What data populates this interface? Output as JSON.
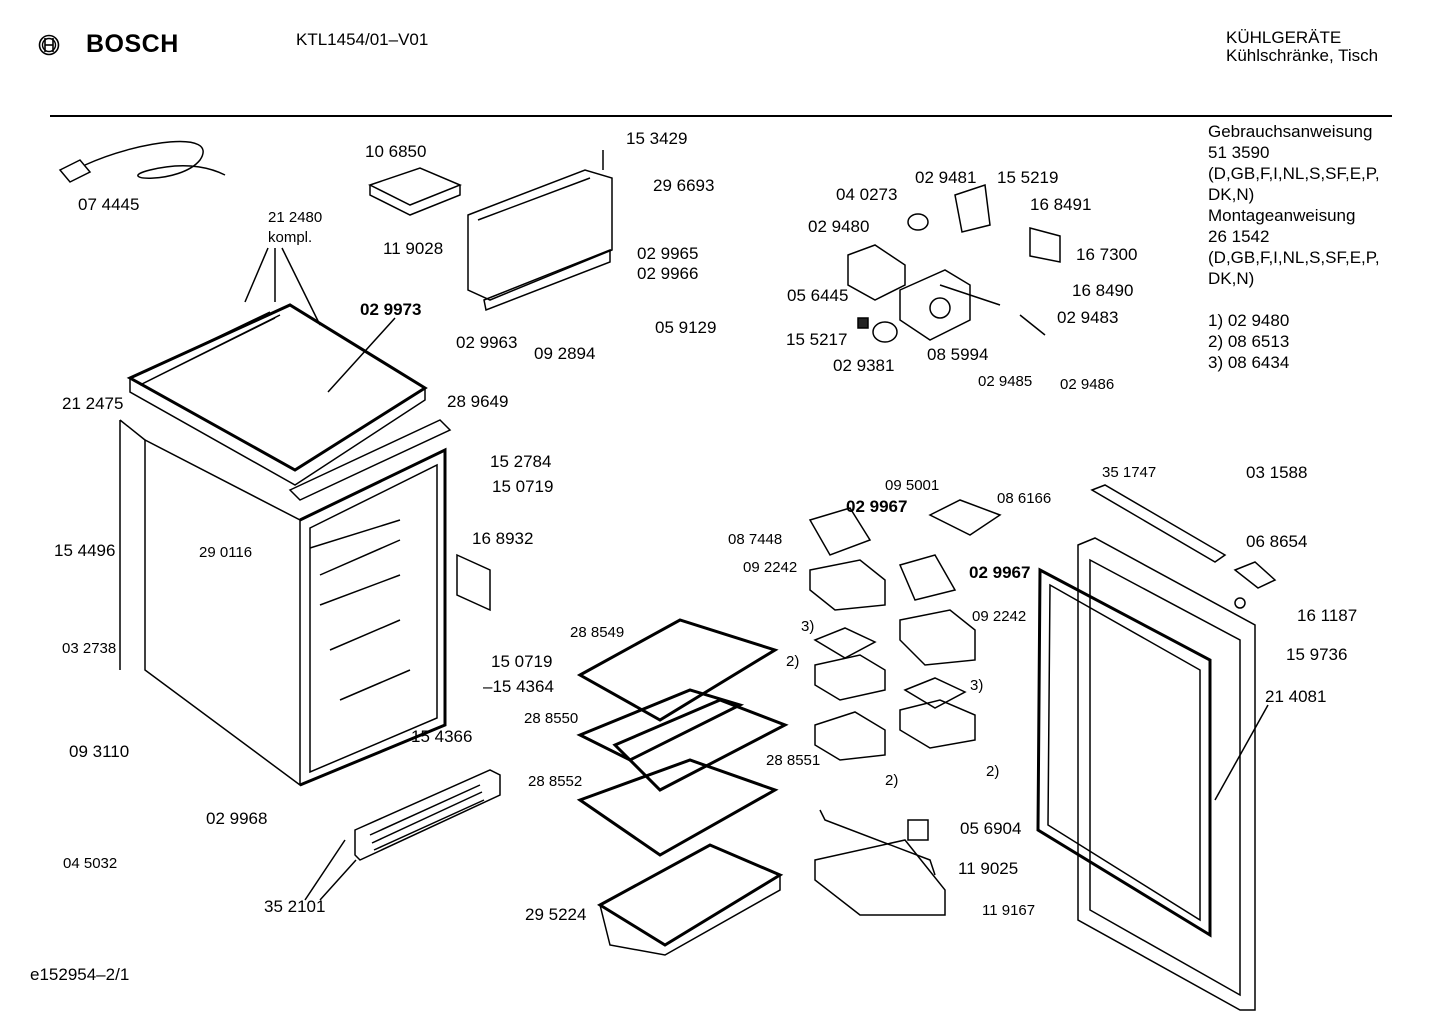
{
  "header": {
    "brand": "BOSCH",
    "model": "KTL1454/01–V01",
    "category_line1": "KÜHLGERÄTE",
    "category_line2": "Kühlschränke, Tisch"
  },
  "notes": [
    "Gebrauchsanweisung",
    "51 3590",
    "(D,GB,F,I,NL,S,SF,E,P,",
    "DK,N)",
    "Montageanweisung",
    "26 1542",
    "(D,GB,F,I,NL,S,SF,E,P,",
    "DK,N)",
    "",
    "1) 02 9480",
    "2) 08 6513",
    "3) 08 6434"
  ],
  "callouts": [
    "07 4445",
    "10 6850",
    "15 3429",
    "29 6693",
    "21 2480",
    "kompl.",
    "11 9028",
    "02 9965",
    "02 9966",
    "02 9973",
    "05 9129",
    "02 9963",
    "09 2894",
    "21 2475",
    "28 9649",
    "15 2784",
    "15 0719",
    "16 8932",
    "15 4496",
    "29 0116",
    "03 2738",
    "15 0719",
    "–15 4364",
    "15 4366",
    "09 3110",
    "02 9968",
    "04 5032",
    "35 2101",
    "28 8549",
    "28 8550",
    "28 8551",
    "28 8552",
    "29 5224",
    "04 0273",
    "02 9481",
    "15 5219",
    "16 8491",
    "02 9480",
    "16 7300",
    "05 6445",
    "16 8490",
    "02 9483",
    "15 5217",
    "08 5994",
    "02 9381",
    "02 9485",
    "02 9486",
    "09 5001",
    "08 6166",
    "02 9967",
    "08 7448",
    "09 2242",
    "02 9967",
    "09 2242",
    "3)",
    "2)",
    "3)",
    "2)",
    "2)",
    "35 1747",
    "03 1588",
    "06 8654",
    "16 1187",
    "15 9736",
    "21 4081",
    "05 6904",
    "11 9025",
    "11 9167"
  ],
  "footer": {
    "doc_id": "e152954–2/1"
  }
}
